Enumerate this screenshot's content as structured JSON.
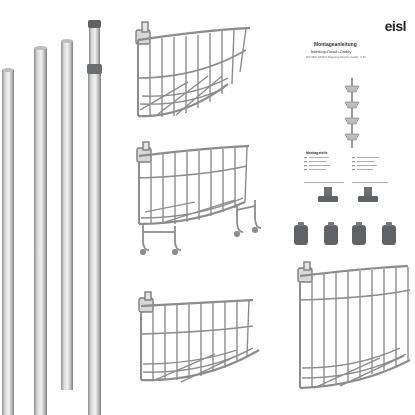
{
  "brand": {
    "logo": "eisl"
  },
  "instruction_sheet": {
    "title": "Montageanleitung",
    "subtitle": "Teleskop-Dusch-Caddy",
    "article_line": "DX1000 SR/3/2 Teleskop-Dusch-Caddy, 3 St.",
    "parts_heading": "Montageteile"
  },
  "colors": {
    "background": "#ffffff",
    "steel_light": "#e6e6e6",
    "steel_mid": "#b9b9b9",
    "steel_dark": "#7d7d7d",
    "chrome_wire": "#8c8c8c",
    "rubber_dark": "#5f6366"
  },
  "icons": {
    "pole": "telescopic-pole-icon",
    "basket": "wire-corner-basket-icon",
    "hook": "double-hook-icon",
    "foot": "rubber-foot-cap-icon",
    "clip": "rubber-clip-icon"
  }
}
